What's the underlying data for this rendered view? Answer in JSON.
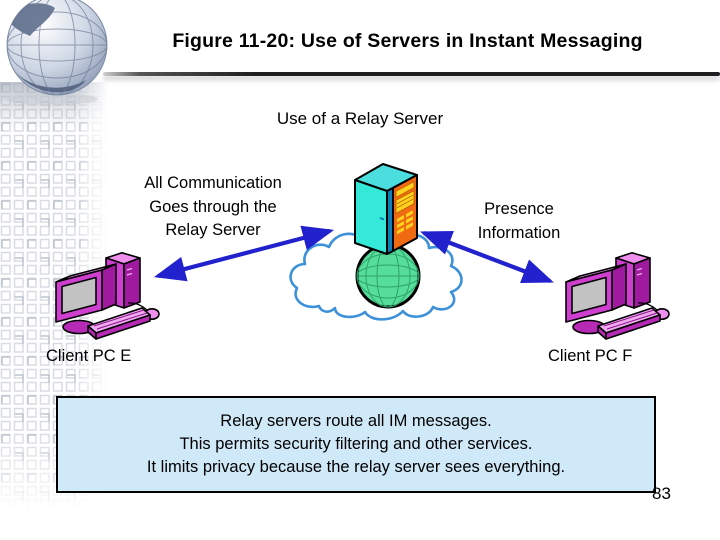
{
  "slide": {
    "title": "Figure 11-20: Use of Servers in Instant Messaging",
    "subtitle": "Use of a Relay Server",
    "page_number": "83"
  },
  "diagram": {
    "left_annotation": {
      "lines": [
        "All Communication",
        "Goes through the",
        "Relay Server"
      ]
    },
    "right_annotation": {
      "lines": [
        "Presence",
        "Information"
      ]
    },
    "left_client_label": "Client PC E",
    "right_client_label": "Client PC F"
  },
  "note_box": {
    "lines": [
      "Relay servers route all IM messages.",
      "This permits security filtering and other services.",
      "It limits privacy because the relay server sees everything."
    ]
  },
  "icons": {
    "template_globe": "template-globe-icon",
    "relay_server": "server-tower-icon",
    "internet_cloud": "cloud-icon",
    "internet_globe": "globe-icon",
    "client_pc": "desktop-computer-icon",
    "message_arrow": "double-headed-arrow-icon"
  },
  "colors": {
    "arrow_blue": "#2121cd",
    "cloud_outline": "#3d91d8",
    "internet_globe_green": "#55dd99",
    "server_cyan": "#35e9d9",
    "server_side_orange": "#f06a12",
    "server_detail_yellow": "#ffd21e",
    "client_pc_magenta": "#cf3fcf",
    "note_box_fill": "#d0e9f8",
    "note_box_border": "#000000",
    "title_color": "#000000"
  }
}
